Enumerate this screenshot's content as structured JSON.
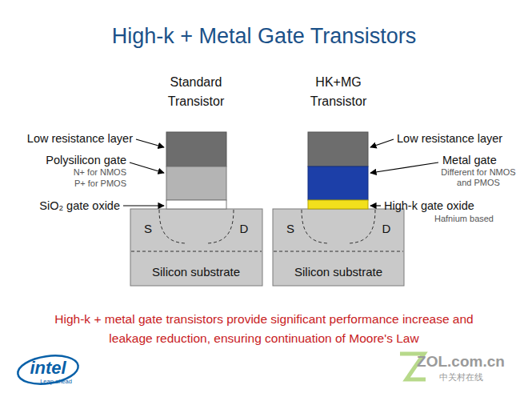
{
  "diagram": {
    "title": "High-k + Metal Gate Transistors",
    "caption": "High-k + metal gate transistors provide significant performance increase and leakage reduction, ensuring continuation of Moore's Law",
    "nodes": [
      {
        "text": [
          "S",
          "D",
          "Silicon substrate"
        ]
      },
      {
        "text": [
          "S",
          "D",
          "Silicon substrate"
        ]
      }
    ],
    "labels": [
      "Standard Transistor",
      "HK+MG Transistor",
      "Low resistance layer",
      "Polysilicon gate",
      "N+ for NMOS",
      "P+ for PMOS",
      "SiO₂ gate oxide",
      "Low resistance layer",
      "Metal gate",
      "Different for NMOS and PMOS",
      "High-k gate oxide",
      "Hafnium based",
      "intel",
      "Leap ahead",
      "ZOL.com.cn",
      "中关村在线"
    ]
  }
}
